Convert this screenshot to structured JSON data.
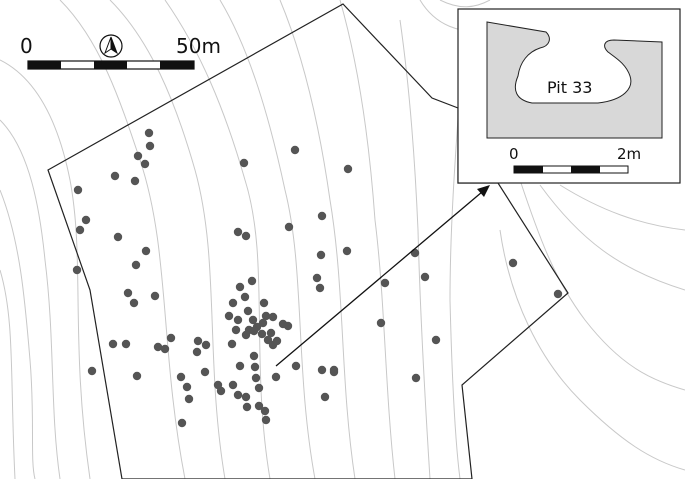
{
  "scale_bar": {
    "start_label": "0",
    "end_label": "50m"
  },
  "north_arrow": {
    "icon": "north-arrow-icon"
  },
  "inset": {
    "feature_label": "Pit 33",
    "scale_start_label": "0",
    "scale_end_label": "2m",
    "fill_color": "#d8d8d8"
  },
  "colors": {
    "pits": "#555555",
    "contours": "#c8c8c8",
    "boundary": "#222222"
  },
  "pit_count_visible": 96
}
